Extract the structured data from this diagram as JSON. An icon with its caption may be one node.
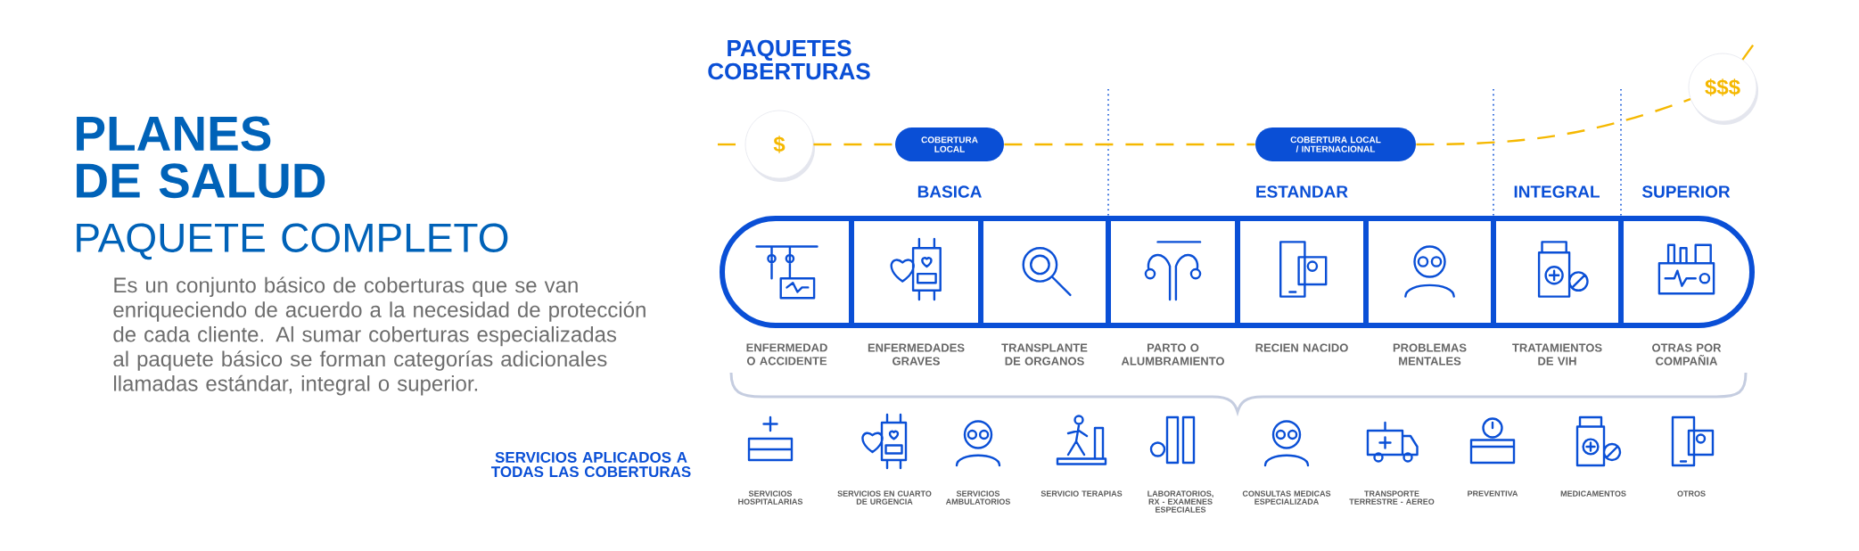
{
  "diagram": {
    "title": "PLANES DE SALUD",
    "nodes": [
      {
        "text": [
          "$"
        ]
      },
      {
        "text": [
          "COBERTURA LOCAL"
        ]
      },
      {
        "text": [
          "COBERTURA LOCAL / INTERNACIONAL"
        ]
      },
      {
        "text": [
          "$$$"
        ]
      },
      {
        "text": [
          "ENFERMEDAD O ACCIDENTE"
        ]
      },
      {
        "text": [
          "ENFERMEDADES GRAVES"
        ]
      },
      {
        "text": [
          "TRANSPLANTE DE ORGANOS"
        ]
      },
      {
        "text": [
          "PARTO O ALUMBRAMIENTO"
        ]
      },
      {
        "text": [
          "RECIEN NACIDO"
        ]
      },
      {
        "text": [
          "PROBLEMAS MENTALES"
        ]
      },
      {
        "text": [
          "TRATAMIENTOS DE VIH"
        ]
      },
      {
        "text": [
          "OTRAS POR COMPAÑIA"
        ]
      }
    ],
    "edges": [
      {
        "from": null,
        "to": 0,
        "arrow": "none",
        "style": "dashed"
      },
      {
        "from": 0,
        "to": 1,
        "arrow": "none",
        "style": "dashed"
      },
      {
        "from": 1,
        "to": 2,
        "arrow": "none",
        "style": "dashed"
      },
      {
        "from": 2,
        "to": 3,
        "arrow": "none",
        "style": "dashed"
      },
      {
        "from": 3,
        "to": null,
        "arrow": "none",
        "style": "dashed"
      }
    ],
    "labels": [
      "PAQUETE COMPLETO",
      "Es un conjunto básico de coberturas que se van enriqueciendo de acuerdo a la necesidad de protección de cada cliente. Al sumar coberturas especializadas al paquete básico se forman categorías adicionales llamadas estándar, integral o superior.",
      "PAQUETES COBERTURAS",
      "BASICA",
      "ESTANDAR",
      "INTEGRAL",
      "SUPERIOR",
      "SERVICIOS APLICADOS A TODAS LAS COBERTURAS",
      "SERVICIOS HOSPITALARIAS",
      "SERVICIOS EN CUARTO DE URGENCIA",
      "SERVICIOS AMBULATORIOS",
      "SERVICIO TERAPIAS",
      "LABORATORIOS, RX - EXAMENES ESPECIALES",
      "CONSULTAS MEDICAS ESPECIALIZADA",
      "TRANSPORTE TERRESTRE - AEREO",
      "PREVENTIVA",
      "MEDICAMENTOS",
      "OTROS"
    ]
  }
}
